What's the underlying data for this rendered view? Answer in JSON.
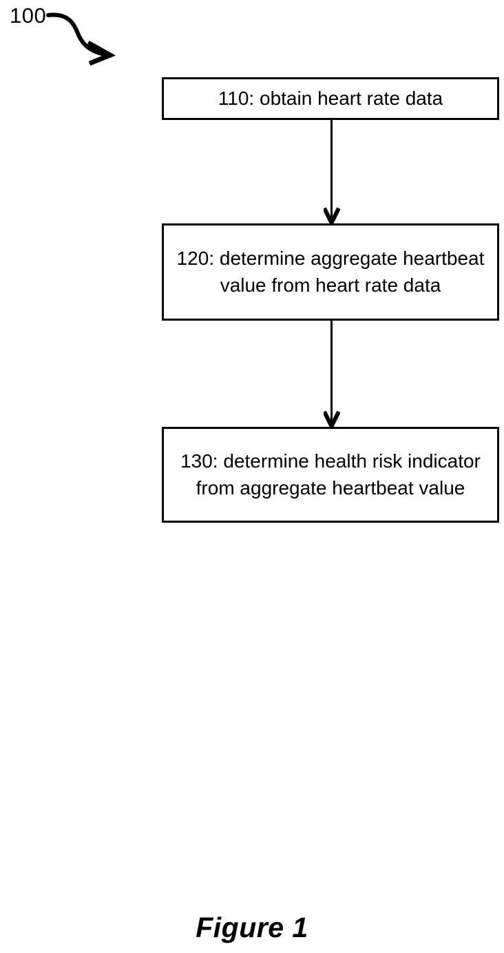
{
  "figure": {
    "reference_numeral": "100",
    "caption": "Figure 1"
  },
  "diagram": {
    "type": "flowchart",
    "orientation": "vertical",
    "steps": [
      {
        "id": "110",
        "label": "110: obtain heart rate data",
        "lines": [
          "110: obtain heart rate data"
        ]
      },
      {
        "id": "120",
        "label": "120: determine aggregate heartbeat value from heart rate data",
        "lines": [
          "120: determine aggregate",
          "heartbeat value from heart",
          "rate data"
        ]
      },
      {
        "id": "130",
        "label": "130: determine health risk indicator from aggregate heartbeat value",
        "lines": [
          "130: determine health risk",
          "indicator from aggregate",
          "heartbeat value"
        ]
      }
    ],
    "connectors": [
      {
        "from": "110",
        "to": "120",
        "arrowhead": "chevron-down"
      },
      {
        "from": "120",
        "to": "130",
        "arrowhead": "chevron-down"
      }
    ],
    "colors": {
      "stroke": "#000000",
      "fill": "#ffffff",
      "background": "#ffffff"
    }
  }
}
